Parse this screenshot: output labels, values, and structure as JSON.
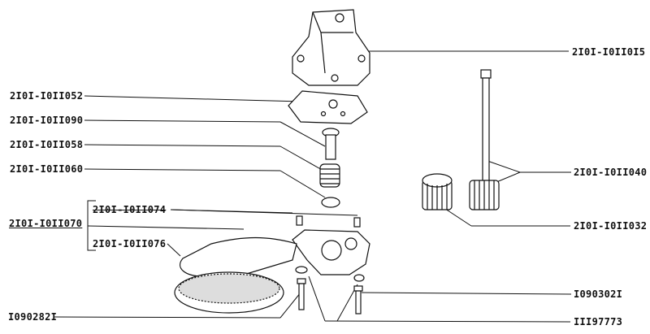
{
  "labels": {
    "housing_cover": "2I0I-I0II0I5",
    "plate": "2I0I-I0II052",
    "valve": "2I0I-I0II090",
    "spring": "2I0I-I0II058",
    "washer": "2I0I-I0II060",
    "assembly": "2I0I-I0II070",
    "pin": "2I0I-I0II074",
    "strainer": "2I0I-I0II076",
    "bolt_left": "I090282I",
    "shaft_gear": "2I0I-I0II040",
    "driven_gear": "2I0I-I0II032",
    "bolt_right": "I090302I",
    "lock_washer": "III97773"
  }
}
